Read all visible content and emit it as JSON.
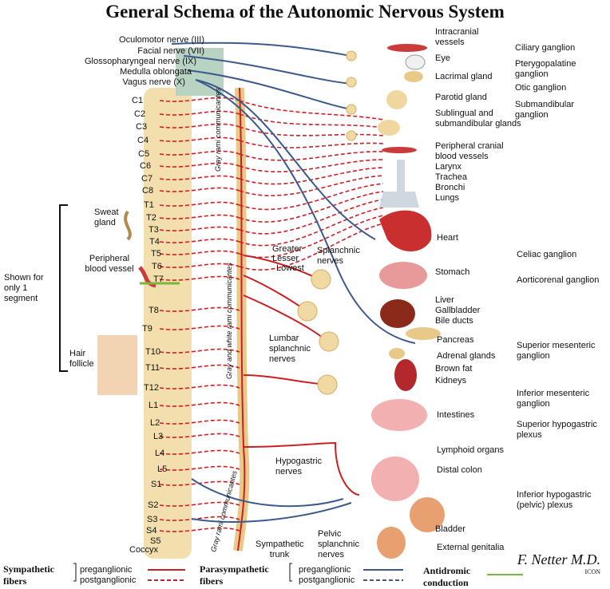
{
  "title": "General Schema of the Autonomic Nervous System",
  "left_labels": [
    "Oculomotor nerve (III)",
    "Facial nerve (VII)",
    "Glossopharyngeal nerve (IX)",
    "Medulla oblongata",
    "Vagus nerve (X)"
  ],
  "segments": [
    "C1",
    "C2",
    "C3",
    "C4",
    "C5",
    "C6",
    "C7",
    "C8",
    "T1",
    "T2",
    "T3",
    "T4",
    "T5",
    "T6",
    "T7",
    "T8",
    "T9",
    "T10",
    "T11",
    "T12",
    "L1",
    "L2",
    "L3",
    "L4",
    "L5",
    "S1",
    "S2",
    "S3",
    "S4",
    "S5",
    "Coccyx"
  ],
  "side_labels": {
    "sweat": "Sweat gland",
    "vessel": "Peripheral blood vessel",
    "hair": "Hair follicle",
    "shown": "Shown for only 1 segment"
  },
  "trunk_labels": {
    "gray_rami_top": "Gray rami communicantes",
    "gray_white": "Gray and white rami communicantes",
    "gray_rami_bottom": "Gray rami communicantes",
    "sympathetic_trunk": "Sympathetic trunk"
  },
  "splanchnic": {
    "greater": "Greater",
    "lesser": "Lesser",
    "lowest": "Lowest",
    "splanchnic_nerves": "Splanchnic nerves",
    "lumbar": "Lumbar splanchnic nerves",
    "hypogastric": "Hypogastric nerves",
    "pelvic": "Pelvic splanchnic nerves"
  },
  "organ_labels": [
    "Intracranial vessels",
    "Eye",
    "Lacrimal gland",
    "Parotid gland",
    "Sublingual and submandibular glands",
    "Peripheral cranial blood vessels",
    "Larynx",
    "Trachea",
    "Bronchi",
    "Lungs",
    "Heart",
    "Stomach",
    "Liver",
    "Gallbladder",
    "Bile ducts",
    "Pancreas",
    "Adrenal glands",
    "Brown fat",
    "Kidneys",
    "Intestines",
    "Lymphoid organs",
    "Distal colon",
    "Bladder",
    "External genitalia"
  ],
  "ganglia_labels": [
    "Ciliary ganglion",
    "Pterygopalatine ganglion",
    "Otic ganglion",
    "Submandibular ganglion",
    "Celiac ganglion",
    "Aorticorenal ganglion",
    "Superior mesenteric ganglion",
    "Inferior mesenteric ganglion",
    "Superior hypogastric plexus",
    "Inferior hypogastric (pelvic) plexus"
  ],
  "legend": {
    "sympathetic": "Sympathetic fibers",
    "parasympathetic": "Parasympathetic fibers",
    "pre": "preganglionic",
    "post": "postganglionic",
    "antidromic": "Antidromic conduction"
  },
  "colors": {
    "sympathetic": "#cc1f24",
    "parasympathetic": "#3c5a8c",
    "antidromic": "#7ab83c",
    "bone": "#f1d9a4"
  },
  "signature": "F. Netter M.D.",
  "signature_mark": "ICON"
}
